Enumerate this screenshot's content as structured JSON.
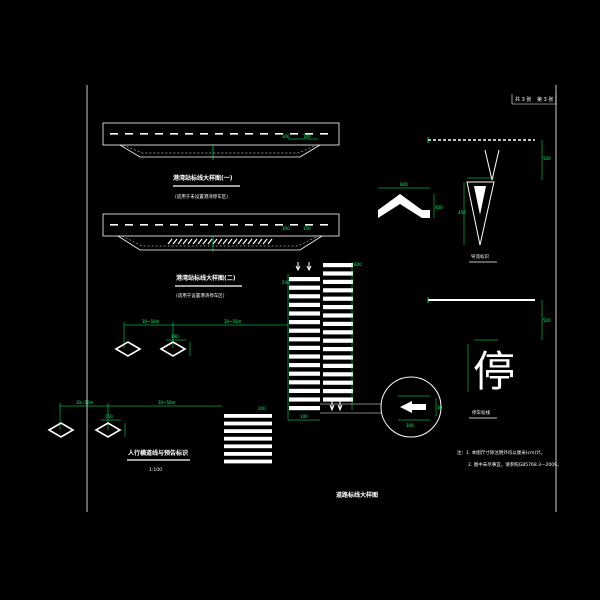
{
  "sheet": {
    "page_info": [
      "共 3 张",
      "第 3 张"
    ],
    "drawing_title": "道路标线大样图",
    "colors": {
      "background": "#000000",
      "line": "#ffffff",
      "dimension": "#00ff66",
      "frame": "#ffffff"
    }
  },
  "views": {
    "bus_bay_1_title": "港湾站标线大样图(一)",
    "bus_bay_1_sub": "(适用于未设置港湾停车区)",
    "bus_bay_2_title": "港湾站标线大样图(二)",
    "bus_bay_2_sub": "(适用于设置港湾停车区)",
    "crosswalk_title": "人行横道线与预告标识",
    "crosswalk_scale": "1:100",
    "diversion_label": "导流标识",
    "stop_label": "停车标线",
    "stop_glyph": "停"
  },
  "notes": [
    "注：1. 本图尺寸除注明外均以厘米(cm)计。",
    "2. 图中未尽事宜，请参照GB5768.3—2009。"
  ],
  "dims": {
    "d1": "30~50m",
    "d2": "30~50m",
    "d3": "30~50m",
    "d4": "30~50m",
    "d5": "600",
    "d6": "400",
    "d7": "300",
    "d8": "100",
    "d9": "300",
    "d10": "150",
    "d11": "500",
    "d12": "450",
    "d13": "600",
    "d14": "30",
    "d15": "300",
    "d16": "180",
    "d17": "150",
    "d18": "200",
    "d19": "200",
    "d20": "100"
  }
}
